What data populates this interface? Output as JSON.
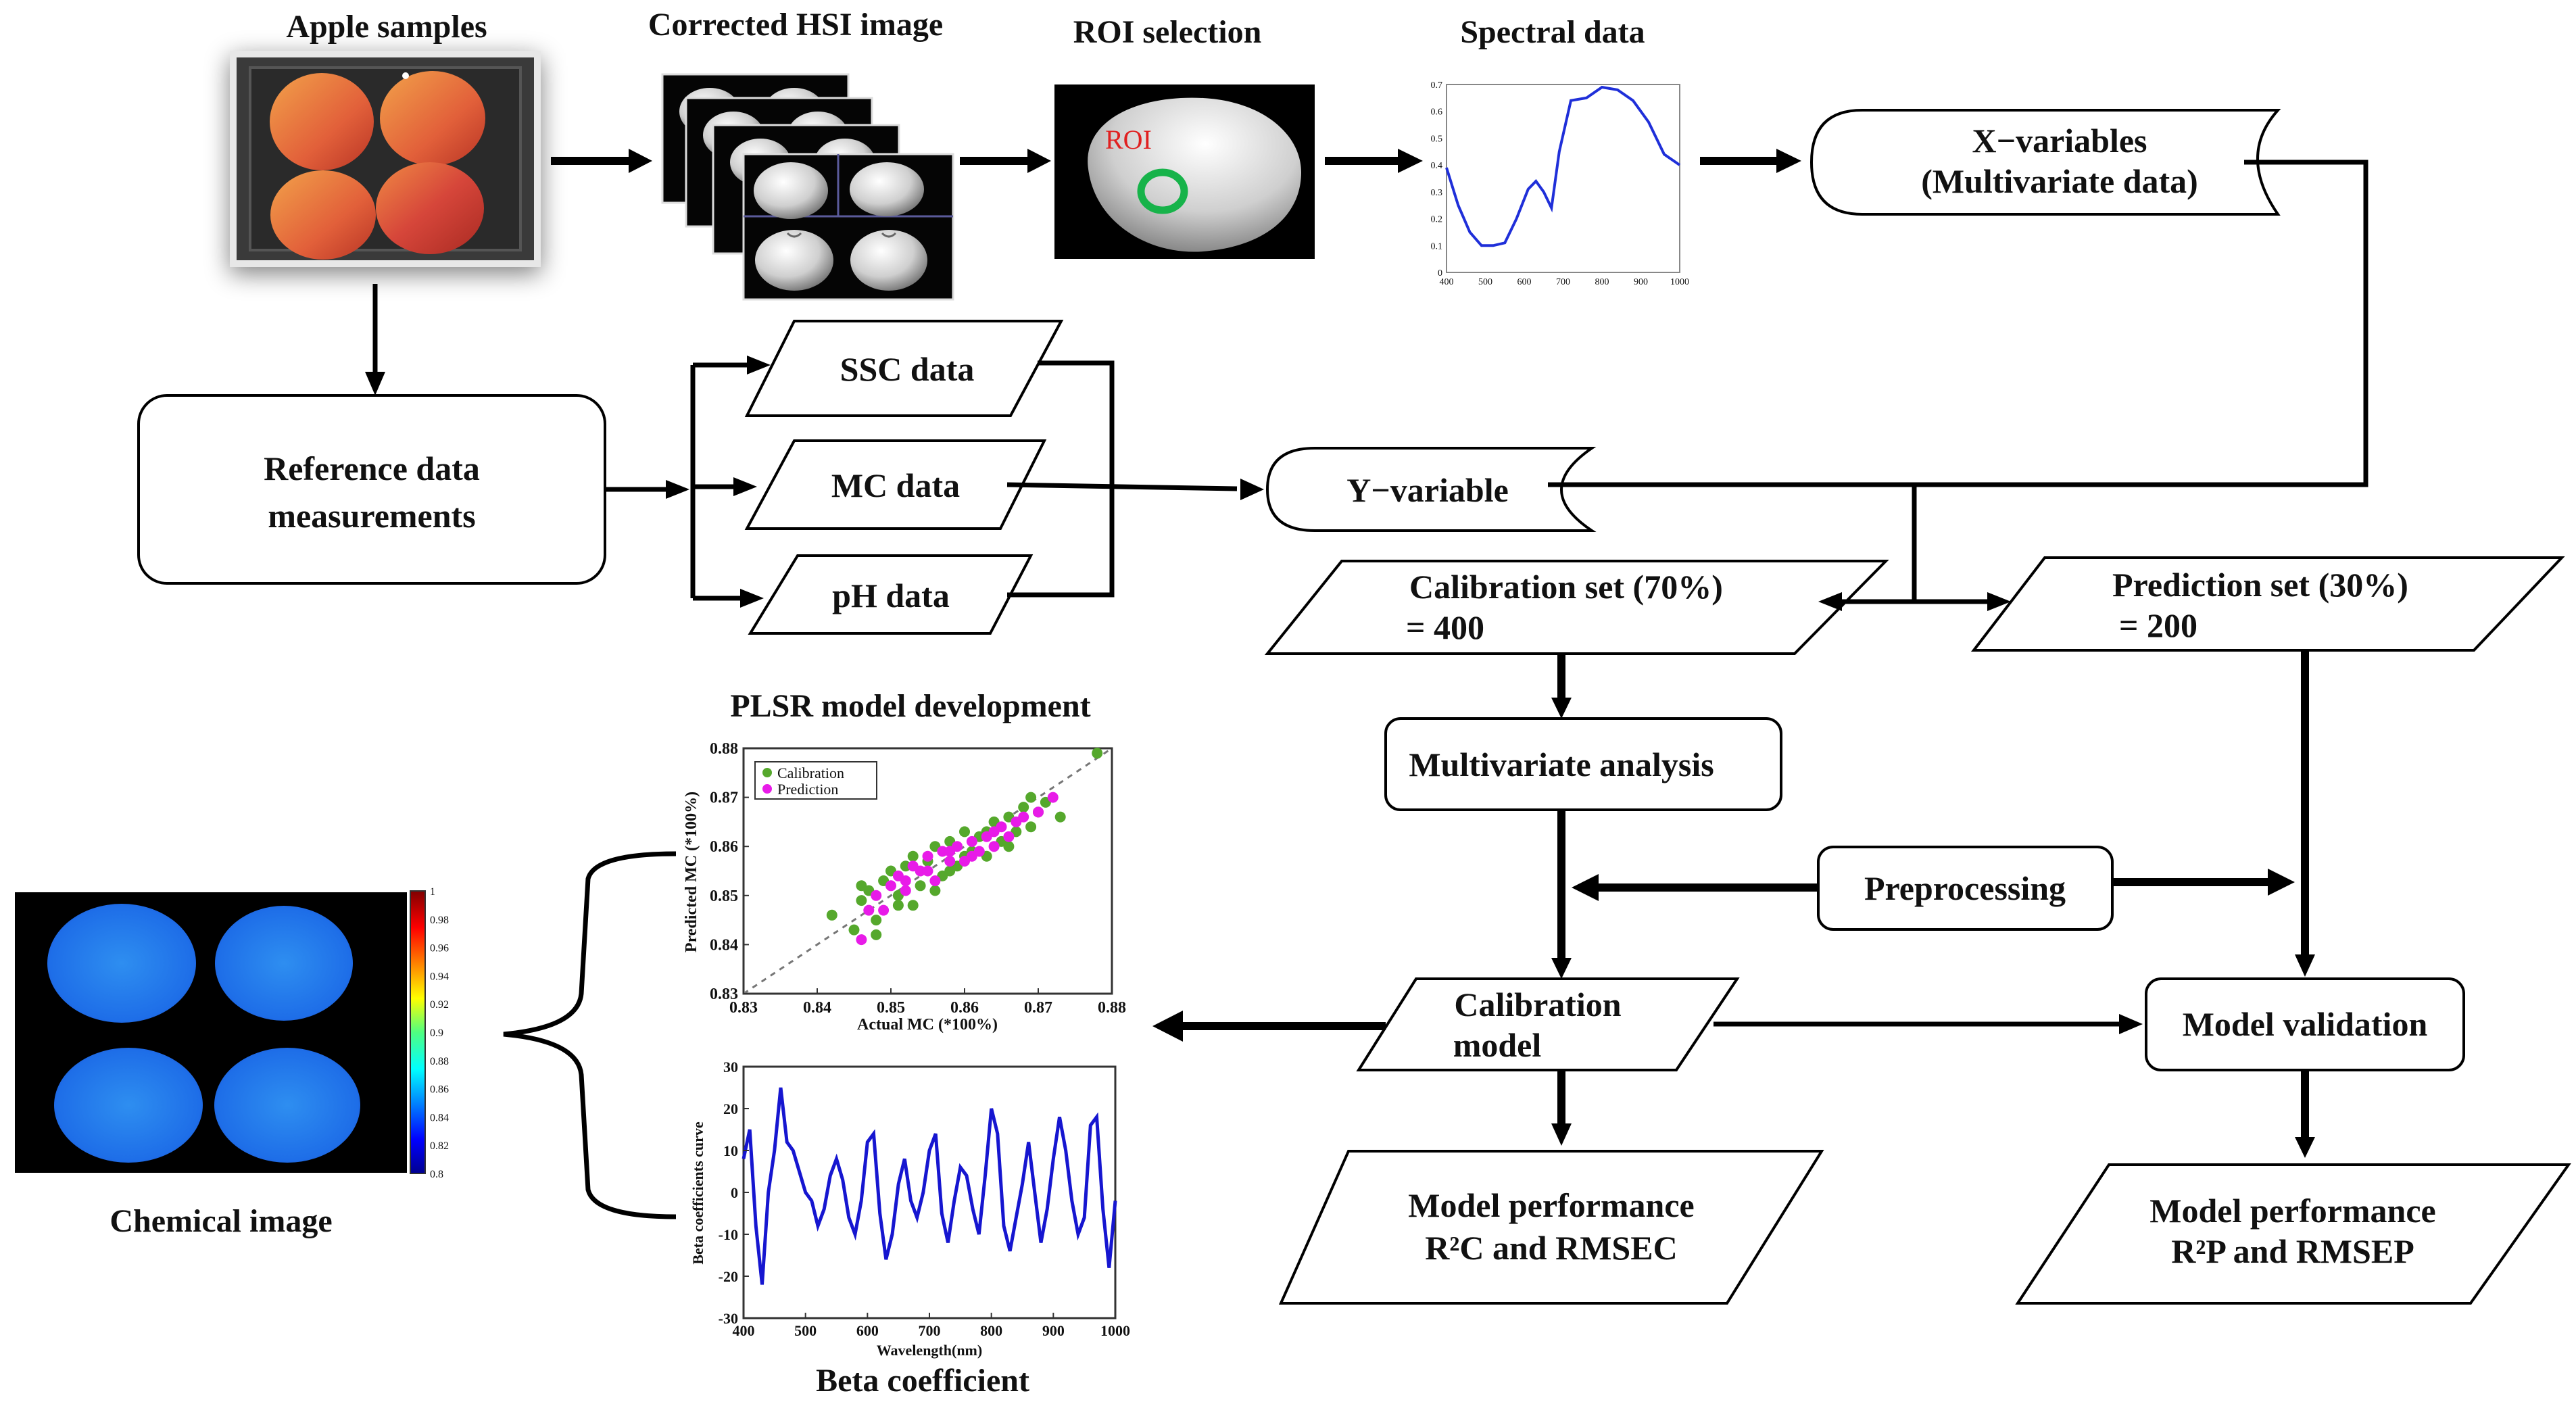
{
  "titles": {
    "apple_samples": "Apple samples",
    "corrected_hsi": "Corrected HSI image",
    "roi_selection": "ROI selection",
    "spectral_data": "Spectral data",
    "pls_model": "PLSR model development",
    "chemical_image": "Chemical image",
    "beta_coefficient": "Beta coefficient"
  },
  "roi_label": "ROI",
  "boxes": {
    "x_variables_1": "X−variables",
    "x_variables_2": "(Multivariate data)",
    "reference_1": "Reference data",
    "reference_2": "measurements",
    "ssc": "SSC data",
    "mc": "MC data",
    "ph": "pH data",
    "y_variable": "Y−variable",
    "calibration_set_1": "Calibration set (70%)",
    "calibration_set_2": "= 400",
    "prediction_set_1": "Prediction set (30%)",
    "prediction_set_2": "= 200",
    "multivariate_analysis": "Multivariate analysis",
    "preprocessing": "Preprocessing",
    "calibration_model_1": "Calibration",
    "calibration_model_2": "model",
    "model_validation": "Model validation",
    "perf_cal_1": "Model performance",
    "perf_cal_2": "R²C and RMSEC",
    "perf_pred_1": "Model performance",
    "perf_pred_2": "R²P and RMSEP"
  },
  "colorbar": {
    "ticks": [
      "1",
      "0.98",
      "0.96",
      "0.94",
      "0.92",
      "0.9",
      "0.88",
      "0.86",
      "0.84",
      "0.82",
      "0.8"
    ]
  },
  "chart_data": [
    {
      "type": "line",
      "title": "Spectral data",
      "x": [
        400,
        430,
        460,
        490,
        520,
        550,
        580,
        610,
        630,
        650,
        670,
        690,
        720,
        760,
        800,
        840,
        880,
        920,
        960,
        1000
      ],
      "y": [
        0.39,
        0.25,
        0.15,
        0.1,
        0.1,
        0.11,
        0.2,
        0.31,
        0.34,
        0.3,
        0.24,
        0.45,
        0.64,
        0.65,
        0.69,
        0.68,
        0.64,
        0.56,
        0.44,
        0.4
      ],
      "xlim": [
        400,
        1000
      ],
      "ylim": [
        0,
        0.7
      ],
      "xticks": [
        "400",
        "500",
        "600",
        "700",
        "800",
        "900",
        "1000"
      ],
      "yticks": [
        "0",
        "0.1",
        "0.2",
        "0.3",
        "0.4",
        "0.5",
        "0.6",
        "0.7"
      ],
      "color": "#1f2fd9"
    },
    {
      "type": "scatter",
      "xlabel": "Actual MC (*100%)",
      "ylabel": "Predicted MC (*100%)",
      "xlim": [
        0.83,
        0.88
      ],
      "ylim": [
        0.83,
        0.88
      ],
      "xticks": [
        "0.83",
        "0.84",
        "0.85",
        "0.86",
        "0.87",
        "0.88"
      ],
      "yticks": [
        "0.83",
        "0.84",
        "0.85",
        "0.86",
        "0.87",
        "0.88"
      ],
      "legend": "top-left",
      "series": [
        {
          "name": "Calibration",
          "color": "#55a82c",
          "points": [
            [
              0.842,
              0.846
            ],
            [
              0.845,
              0.843
            ],
            [
              0.846,
              0.849
            ],
            [
              0.847,
              0.851
            ],
            [
              0.848,
              0.845
            ],
            [
              0.849,
              0.853
            ],
            [
              0.85,
              0.855
            ],
            [
              0.851,
              0.85
            ],
            [
              0.852,
              0.856
            ],
            [
              0.853,
              0.858
            ],
            [
              0.854,
              0.852
            ],
            [
              0.855,
              0.857
            ],
            [
              0.856,
              0.86
            ],
            [
              0.857,
              0.854
            ],
            [
              0.858,
              0.861
            ],
            [
              0.859,
              0.856
            ],
            [
              0.86,
              0.863
            ],
            [
              0.861,
              0.859
            ],
            [
              0.862,
              0.862
            ],
            [
              0.863,
              0.858
            ],
            [
              0.864,
              0.865
            ],
            [
              0.865,
              0.861
            ],
            [
              0.866,
              0.866
            ],
            [
              0.867,
              0.863
            ],
            [
              0.868,
              0.868
            ],
            [
              0.869,
              0.864
            ],
            [
              0.87,
              0.867
            ],
            [
              0.871,
              0.869
            ],
            [
              0.873,
              0.866
            ],
            [
              0.878,
              0.879
            ],
            [
              0.848,
              0.842
            ],
            [
              0.851,
              0.848
            ],
            [
              0.856,
              0.851
            ],
            [
              0.86,
              0.858
            ],
            [
              0.866,
              0.86
            ],
            [
              0.869,
              0.87
            ],
            [
              0.846,
              0.852
            ],
            [
              0.853,
              0.848
            ],
            [
              0.858,
              0.855
            ],
            [
              0.863,
              0.863
            ]
          ]
        },
        {
          "name": "Prediction",
          "color": "#e81be8",
          "points": [
            [
              0.846,
              0.841
            ],
            [
              0.847,
              0.847
            ],
            [
              0.848,
              0.85
            ],
            [
              0.849,
              0.847
            ],
            [
              0.85,
              0.852
            ],
            [
              0.851,
              0.854
            ],
            [
              0.852,
              0.851
            ],
            [
              0.853,
              0.856
            ],
            [
              0.854,
              0.855
            ],
            [
              0.855,
              0.858
            ],
            [
              0.856,
              0.853
            ],
            [
              0.857,
              0.859
            ],
            [
              0.858,
              0.857
            ],
            [
              0.859,
              0.86
            ],
            [
              0.86,
              0.857
            ],
            [
              0.861,
              0.861
            ],
            [
              0.862,
              0.859
            ],
            [
              0.863,
              0.862
            ],
            [
              0.864,
              0.86
            ],
            [
              0.865,
              0.864
            ],
            [
              0.866,
              0.862
            ],
            [
              0.867,
              0.865
            ],
            [
              0.868,
              0.866
            ],
            [
              0.87,
              0.867
            ],
            [
              0.872,
              0.87
            ],
            [
              0.852,
              0.853
            ],
            [
              0.855,
              0.855
            ],
            [
              0.858,
              0.859
            ],
            [
              0.861,
              0.858
            ],
            [
              0.864,
              0.863
            ]
          ]
        }
      ]
    },
    {
      "type": "line",
      "xlabel": "Wavelength(nm)",
      "ylabel": "Beta coefficients curve",
      "xlim": [
        400,
        1000
      ],
      "ylim": [
        -30,
        30
      ],
      "xticks": [
        "400",
        "500",
        "600",
        "700",
        "800",
        "900",
        "1000"
      ],
      "yticks": [
        "-30",
        "-20",
        "-10",
        "0",
        "10",
        "20",
        "30"
      ],
      "color": "#1616d0",
      "x": [
        400,
        410,
        420,
        430,
        440,
        450,
        460,
        470,
        480,
        490,
        500,
        510,
        520,
        530,
        540,
        550,
        560,
        570,
        580,
        590,
        600,
        610,
        620,
        630,
        640,
        650,
        660,
        670,
        680,
        690,
        700,
        710,
        720,
        730,
        740,
        750,
        760,
        770,
        780,
        790,
        800,
        810,
        820,
        830,
        840,
        850,
        860,
        870,
        880,
        890,
        900,
        910,
        920,
        930,
        940,
        950,
        960,
        970,
        980,
        990,
        1000
      ],
      "y": [
        8,
        15,
        -8,
        -22,
        0,
        10,
        25,
        12,
        10,
        5,
        0,
        -2,
        -8,
        -4,
        4,
        8,
        3,
        -6,
        -10,
        -2,
        12,
        14,
        -5,
        -16,
        -10,
        2,
        8,
        -2,
        -6,
        0,
        10,
        14,
        -5,
        -12,
        -2,
        6,
        4,
        -4,
        -10,
        4,
        20,
        14,
        -8,
        -14,
        -6,
        2,
        12,
        0,
        -12,
        -4,
        8,
        18,
        10,
        -2,
        -10,
        -6,
        16,
        18,
        -4,
        -18,
        -2
      ]
    }
  ]
}
